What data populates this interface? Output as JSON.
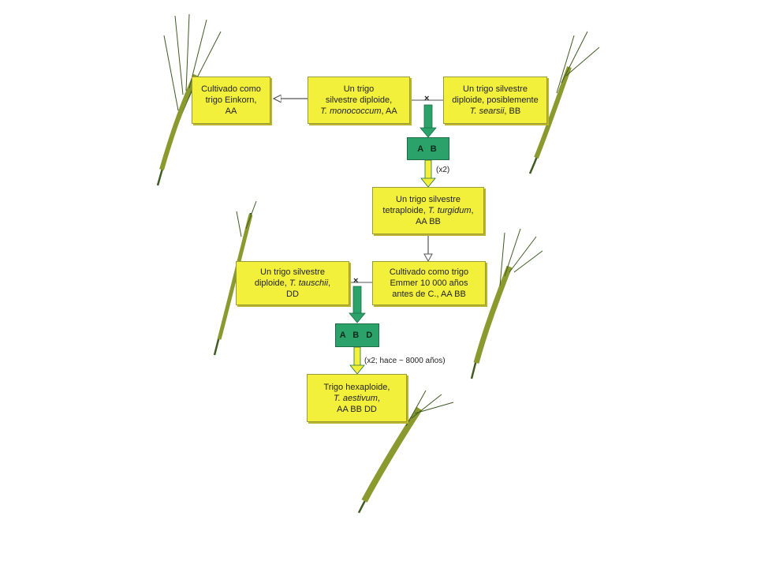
{
  "boxes": {
    "einkorn": {
      "line1": "Cultivado como",
      "line2": "trigo Einkorn,",
      "line3": "AA"
    },
    "monococcum": {
      "line1": "Un trigo",
      "line2": "silvestre diploide,",
      "line3_italic": "T. monococcum",
      "line3_rest": ", AA"
    },
    "searsii": {
      "line1": "Un trigo silvestre",
      "line2": "diploide, posiblemente",
      "line3_italic": "T. searsii",
      "line3_rest": ", BB"
    },
    "turgidum": {
      "line1": "Un trigo silvestre",
      "line2_plain": "tetraploide, ",
      "line2_italic": "T. turgidum",
      "line2_rest": ",",
      "line3": "AA BB"
    },
    "tauschii": {
      "line1": "Un trigo silvestre",
      "line2_plain": "diploide, ",
      "line2_italic": "T. tauschii",
      "line2_rest": ",",
      "line3": "DD"
    },
    "emmer": {
      "line1": "Cultivado como trigo",
      "line2": "Emmer 10 000 años",
      "line3": "antes de C., AA BB"
    },
    "hexaploide": {
      "line1": "Trigo hexaploide,",
      "line2_italic": "T. aestivum",
      "line2_rest": ",",
      "line3": "AA BB DD"
    }
  },
  "genomes": {
    "ab": "A B",
    "abd": "A B D"
  },
  "notes": {
    "doubling1": "(x2)",
    "doubling2": "(x2; hace ~ 8000 años)"
  },
  "cross_symbol": "×",
  "colors": {
    "box_fill": "#f2f03a",
    "genome_fill": "#2aa26a",
    "arrow_green": "#2aa26a",
    "arrow_yellow": "#f2f03a"
  }
}
